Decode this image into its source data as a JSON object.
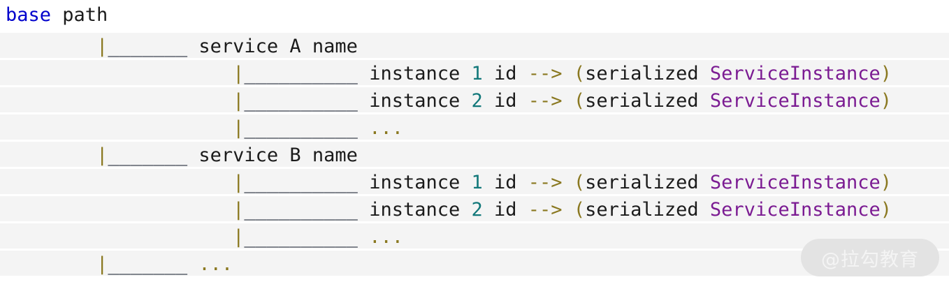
{
  "document": {
    "kind": "code-snippet",
    "language": "tree-diagram",
    "background": "#ffffff",
    "row_background": "#f4f4f4",
    "palette": {
      "keyword_blue": "#0000cc",
      "plain_text": "#1b1b1b",
      "pipe_olive": "#8a7820",
      "underscore_dark": "#101828",
      "number_teal": "#12787a",
      "arrow_olive": "#8a7820",
      "paren_olive": "#8a7820",
      "type_purple": "#7b1b92",
      "ellipsis_olive": "#8a7820"
    }
  },
  "lines": [
    {
      "id": "line-base-path",
      "first": true,
      "tokens": [
        {
          "cls": "t-kw",
          "text": "base"
        },
        {
          "cls": "t-plain",
          "text": " path"
        }
      ]
    },
    {
      "id": "line-service-a",
      "tokens": [
        {
          "cls": "t-plain",
          "text": "        "
        },
        {
          "cls": "t-pipe",
          "text": "|"
        },
        {
          "cls": "t-under",
          "text": "_______"
        },
        {
          "cls": "t-plain",
          "text": " service A name"
        }
      ]
    },
    {
      "id": "line-service-a-instance-1",
      "tokens": [
        {
          "cls": "t-plain",
          "text": "                    "
        },
        {
          "cls": "t-pipe",
          "text": "|"
        },
        {
          "cls": "t-under",
          "text": "__________"
        },
        {
          "cls": "t-plain",
          "text": " instance "
        },
        {
          "cls": "t-num",
          "text": "1"
        },
        {
          "cls": "t-plain",
          "text": " id "
        },
        {
          "cls": "t-arrow",
          "text": "-->"
        },
        {
          "cls": "t-plain",
          "text": " "
        },
        {
          "cls": "t-paren",
          "text": "("
        },
        {
          "cls": "t-plain",
          "text": "serialized "
        },
        {
          "cls": "t-type",
          "text": "ServiceInstance"
        },
        {
          "cls": "t-paren",
          "text": ")"
        }
      ]
    },
    {
      "id": "line-service-a-instance-2",
      "tokens": [
        {
          "cls": "t-plain",
          "text": "                    "
        },
        {
          "cls": "t-pipe",
          "text": "|"
        },
        {
          "cls": "t-under",
          "text": "__________"
        },
        {
          "cls": "t-plain",
          "text": " instance "
        },
        {
          "cls": "t-num",
          "text": "2"
        },
        {
          "cls": "t-plain",
          "text": " id "
        },
        {
          "cls": "t-arrow",
          "text": "-->"
        },
        {
          "cls": "t-plain",
          "text": " "
        },
        {
          "cls": "t-paren",
          "text": "("
        },
        {
          "cls": "t-plain",
          "text": "serialized "
        },
        {
          "cls": "t-type",
          "text": "ServiceInstance"
        },
        {
          "cls": "t-paren",
          "text": ")"
        }
      ]
    },
    {
      "id": "line-service-a-instance-more",
      "tokens": [
        {
          "cls": "t-plain",
          "text": "                    "
        },
        {
          "cls": "t-pipe",
          "text": "|"
        },
        {
          "cls": "t-under",
          "text": "__________"
        },
        {
          "cls": "t-plain",
          "text": " "
        },
        {
          "cls": "t-dots",
          "text": "..."
        }
      ]
    },
    {
      "id": "line-service-b",
      "tokens": [
        {
          "cls": "t-plain",
          "text": "        "
        },
        {
          "cls": "t-pipe",
          "text": "|"
        },
        {
          "cls": "t-under",
          "text": "_______"
        },
        {
          "cls": "t-plain",
          "text": " service B name"
        }
      ]
    },
    {
      "id": "line-service-b-instance-1",
      "tokens": [
        {
          "cls": "t-plain",
          "text": "                    "
        },
        {
          "cls": "t-pipe",
          "text": "|"
        },
        {
          "cls": "t-under",
          "text": "__________"
        },
        {
          "cls": "t-plain",
          "text": " instance "
        },
        {
          "cls": "t-num",
          "text": "1"
        },
        {
          "cls": "t-plain",
          "text": " id "
        },
        {
          "cls": "t-arrow",
          "text": "-->"
        },
        {
          "cls": "t-plain",
          "text": " "
        },
        {
          "cls": "t-paren",
          "text": "("
        },
        {
          "cls": "t-plain",
          "text": "serialized "
        },
        {
          "cls": "t-type",
          "text": "ServiceInstance"
        },
        {
          "cls": "t-paren",
          "text": ")"
        }
      ]
    },
    {
      "id": "line-service-b-instance-2",
      "tokens": [
        {
          "cls": "t-plain",
          "text": "                    "
        },
        {
          "cls": "t-pipe",
          "text": "|"
        },
        {
          "cls": "t-under",
          "text": "__________"
        },
        {
          "cls": "t-plain",
          "text": " instance "
        },
        {
          "cls": "t-num",
          "text": "2"
        },
        {
          "cls": "t-plain",
          "text": " id "
        },
        {
          "cls": "t-arrow",
          "text": "-->"
        },
        {
          "cls": "t-plain",
          "text": " "
        },
        {
          "cls": "t-paren",
          "text": "("
        },
        {
          "cls": "t-plain",
          "text": "serialized "
        },
        {
          "cls": "t-type",
          "text": "ServiceInstance"
        },
        {
          "cls": "t-paren",
          "text": ")"
        }
      ]
    },
    {
      "id": "line-service-b-instance-more",
      "tokens": [
        {
          "cls": "t-plain",
          "text": "                    "
        },
        {
          "cls": "t-pipe",
          "text": "|"
        },
        {
          "cls": "t-under",
          "text": "__________"
        },
        {
          "cls": "t-plain",
          "text": " "
        },
        {
          "cls": "t-dots",
          "text": "..."
        }
      ]
    },
    {
      "id": "line-service-more",
      "tokens": [
        {
          "cls": "t-plain",
          "text": "        "
        },
        {
          "cls": "t-pipe",
          "text": "|"
        },
        {
          "cls": "t-under",
          "text": "_______"
        },
        {
          "cls": "t-plain",
          "text": " "
        },
        {
          "cls": "t-dots",
          "text": "..."
        }
      ]
    }
  ],
  "watermark": {
    "text": "@拉勾教育"
  }
}
